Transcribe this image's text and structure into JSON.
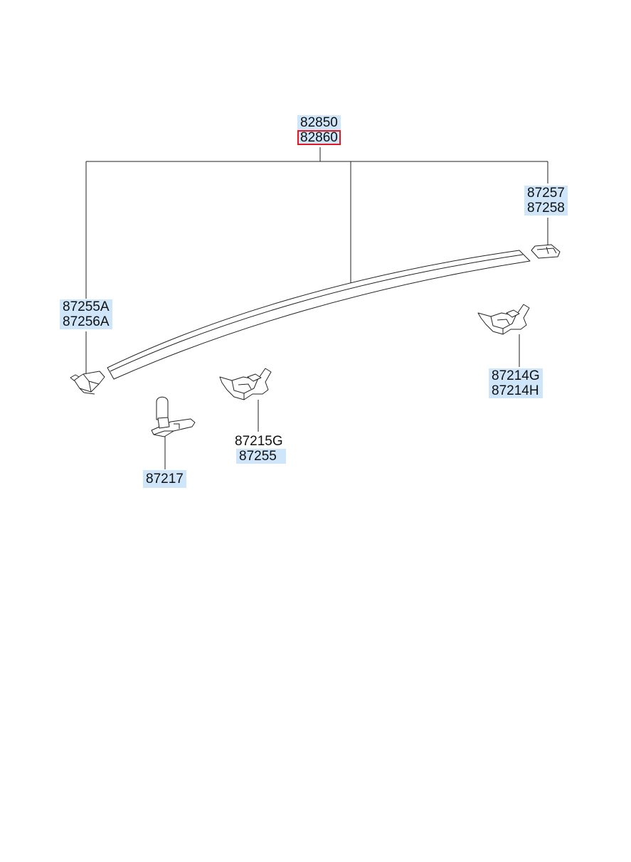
{
  "callouts": {
    "main_assembly": {
      "lines": [
        "82850",
        "82860"
      ],
      "selected": "82860"
    },
    "end_cap_right": {
      "lines": [
        "87257",
        "87258"
      ]
    },
    "end_cap_left": {
      "lines": [
        "87255A",
        "87256A"
      ]
    },
    "clip_right": {
      "lines": [
        "87214G",
        "87214H"
      ]
    },
    "clip_middle": {
      "lines": [
        "87215G",
        "87255"
      ]
    },
    "pin_clip": {
      "lines": [
        "87217"
      ]
    }
  },
  "colors": {
    "label_highlight": "#cfe6fa",
    "selected_border": "#e01b24",
    "line_art": "#222222"
  }
}
